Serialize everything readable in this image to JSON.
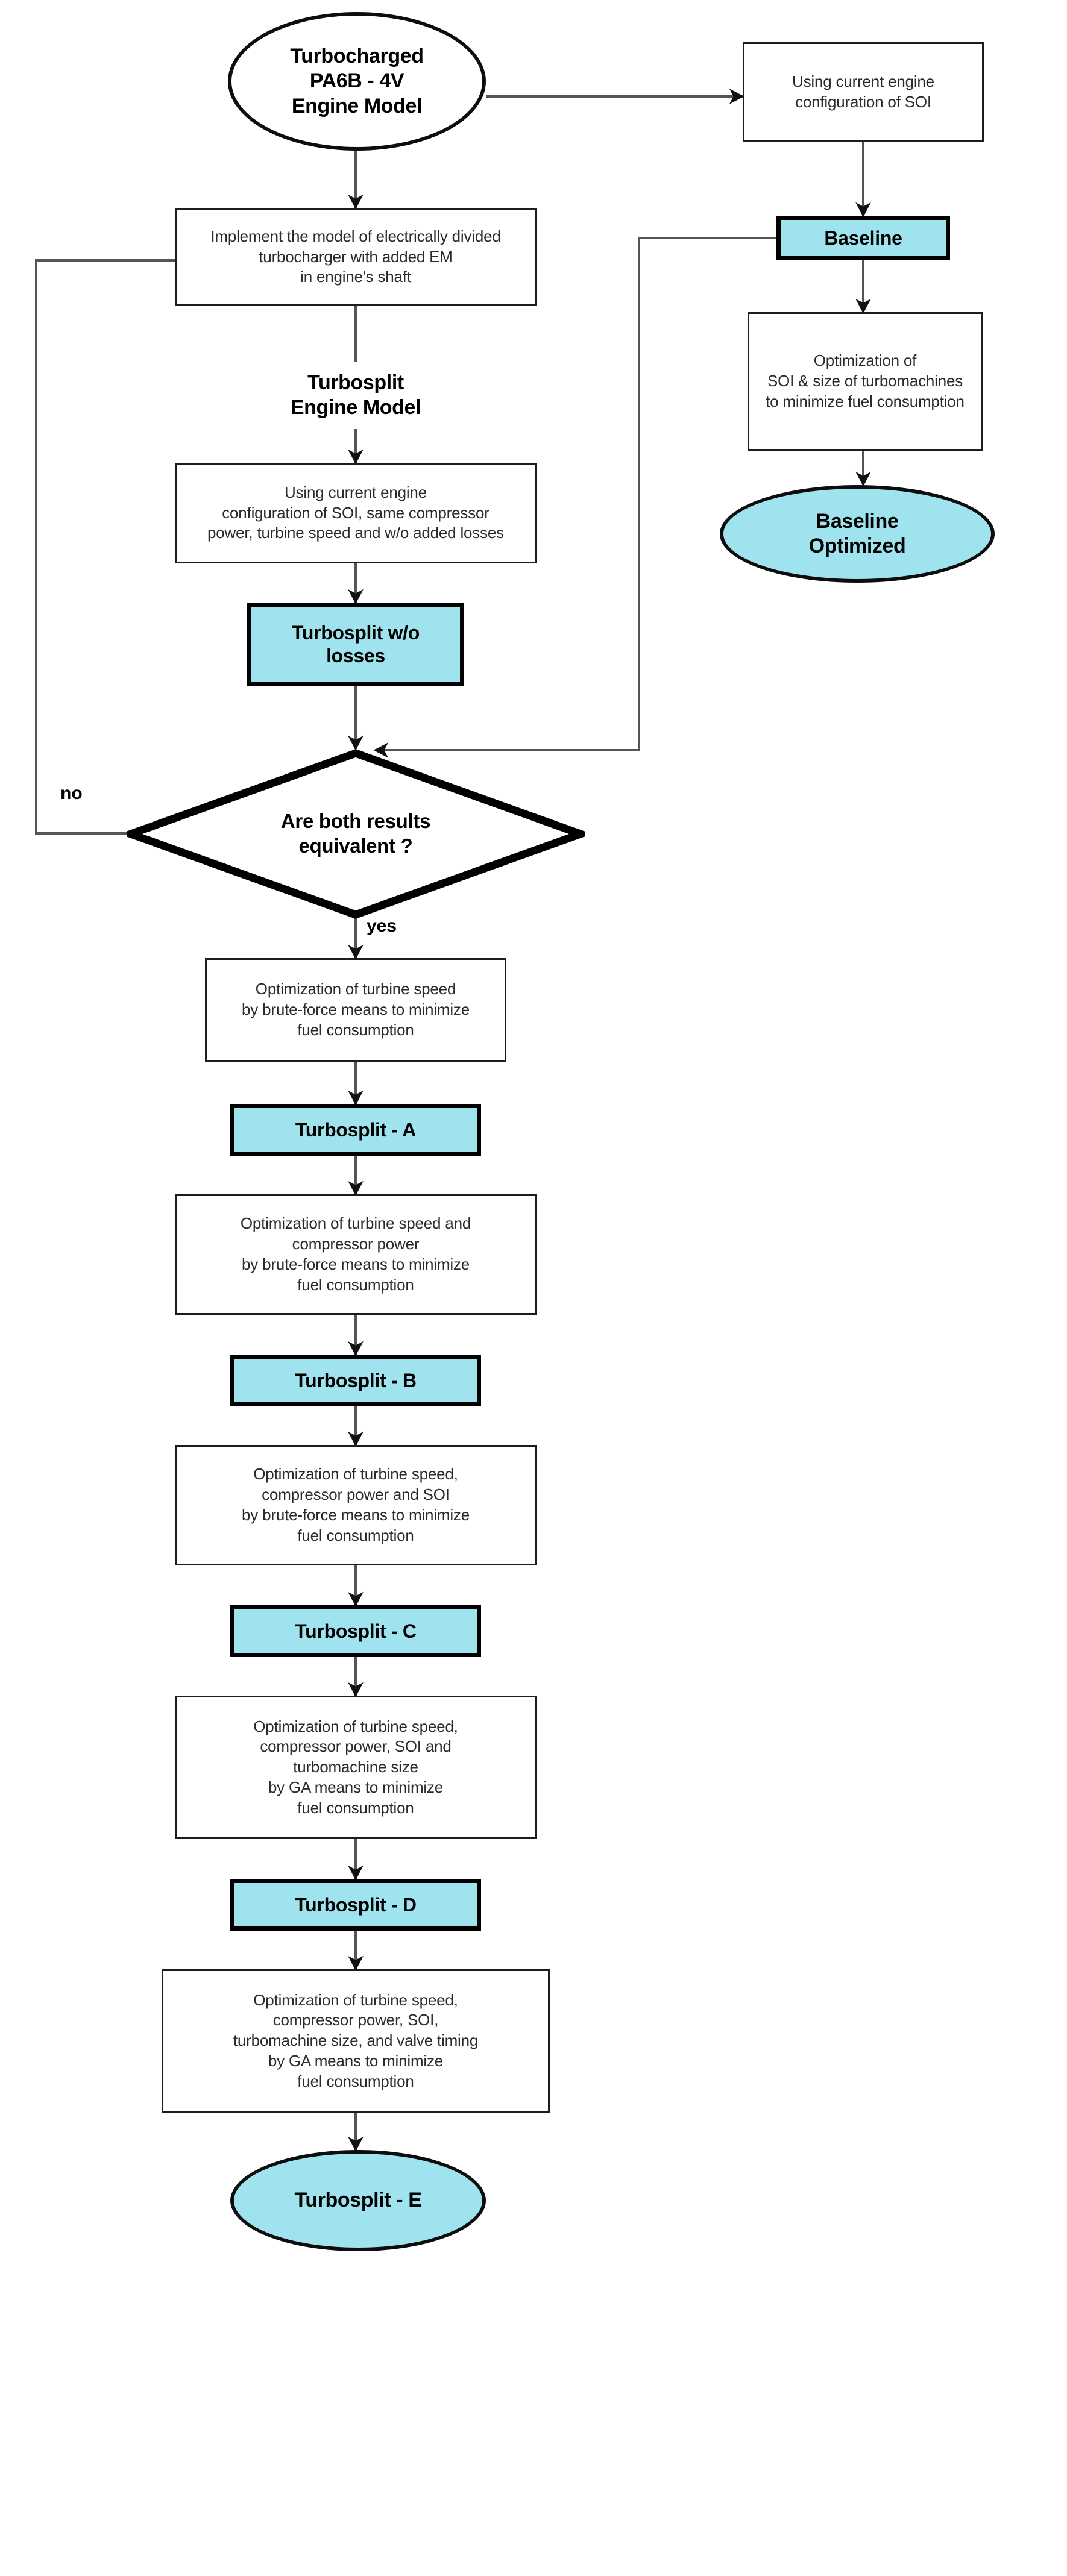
{
  "diagram": {
    "title": "Turbosplit engine model optimization flowchart",
    "colors": {
      "result_fill": "#9fe3ef",
      "stroke": "#000000",
      "process_text": "#2b2b2b",
      "background": "#ffffff"
    },
    "nodes": {
      "start_model": {
        "kind": "terminator",
        "lines": [
          "Turbocharged",
          "PA6B - 4V",
          "Engine Model"
        ]
      },
      "baseline_config": {
        "kind": "process",
        "lines": [
          "Using current engine",
          "configuration of SOI"
        ]
      },
      "baseline_result": {
        "kind": "result",
        "lines": [
          "Baseline"
        ]
      },
      "baseline_optimization": {
        "kind": "process",
        "lines": [
          "Optimization of",
          "SOI & size of turbomachines",
          "to minimize fuel consumption"
        ]
      },
      "baseline_optimized": {
        "kind": "terminator",
        "lines": [
          "Baseline",
          "Optimized"
        ]
      },
      "implement_model": {
        "kind": "process",
        "lines": [
          "Implement the model of electrically divided",
          "turbocharger with added EM",
          "in engine's shaft"
        ]
      },
      "turbosplit_caption": {
        "kind": "caption",
        "lines": [
          "Turbosplit",
          "Engine Model"
        ]
      },
      "turbosplit_config": {
        "kind": "process",
        "lines": [
          "Using current engine",
          "configuration of SOI, same compressor",
          "power, turbine speed and w/o added losses"
        ]
      },
      "turbosplit_wo_losses": {
        "kind": "result",
        "lines": [
          "Turbosplit w/o",
          "losses"
        ]
      },
      "decision": {
        "kind": "decision",
        "lines": [
          "Are both results",
          "equivalent ?"
        ]
      },
      "opt_a": {
        "kind": "process",
        "lines": [
          "Optimization of turbine speed",
          "by brute-force means to minimize",
          "fuel consumption"
        ]
      },
      "result_a": {
        "kind": "result",
        "lines": [
          "Turbosplit - A"
        ]
      },
      "opt_b": {
        "kind": "process",
        "lines": [
          "Optimization of turbine speed and",
          "compressor power",
          "by brute-force means to minimize",
          "fuel consumption"
        ]
      },
      "result_b": {
        "kind": "result",
        "lines": [
          "Turbosplit - B"
        ]
      },
      "opt_c": {
        "kind": "process",
        "lines": [
          "Optimization of turbine speed,",
          "compressor power and SOI",
          "by brute-force means to minimize",
          "fuel consumption"
        ]
      },
      "result_c": {
        "kind": "result",
        "lines": [
          "Turbosplit - C"
        ]
      },
      "opt_d": {
        "kind": "process",
        "lines": [
          "Optimization of turbine speed,",
          "compressor power, SOI and",
          "turbomachine size",
          "by GA means to minimize",
          "fuel consumption"
        ]
      },
      "result_d": {
        "kind": "result",
        "lines": [
          "Turbosplit - D"
        ]
      },
      "opt_e": {
        "kind": "process",
        "lines": [
          "Optimization of turbine speed,",
          "compressor power, SOI,",
          "turbomachine size, and valve timing",
          "by GA means to minimize",
          "fuel consumption"
        ]
      },
      "result_e": {
        "kind": "terminator",
        "lines": [
          "Turbosplit - E"
        ]
      }
    },
    "edge_labels": {
      "no": "no",
      "yes": "yes"
    }
  }
}
